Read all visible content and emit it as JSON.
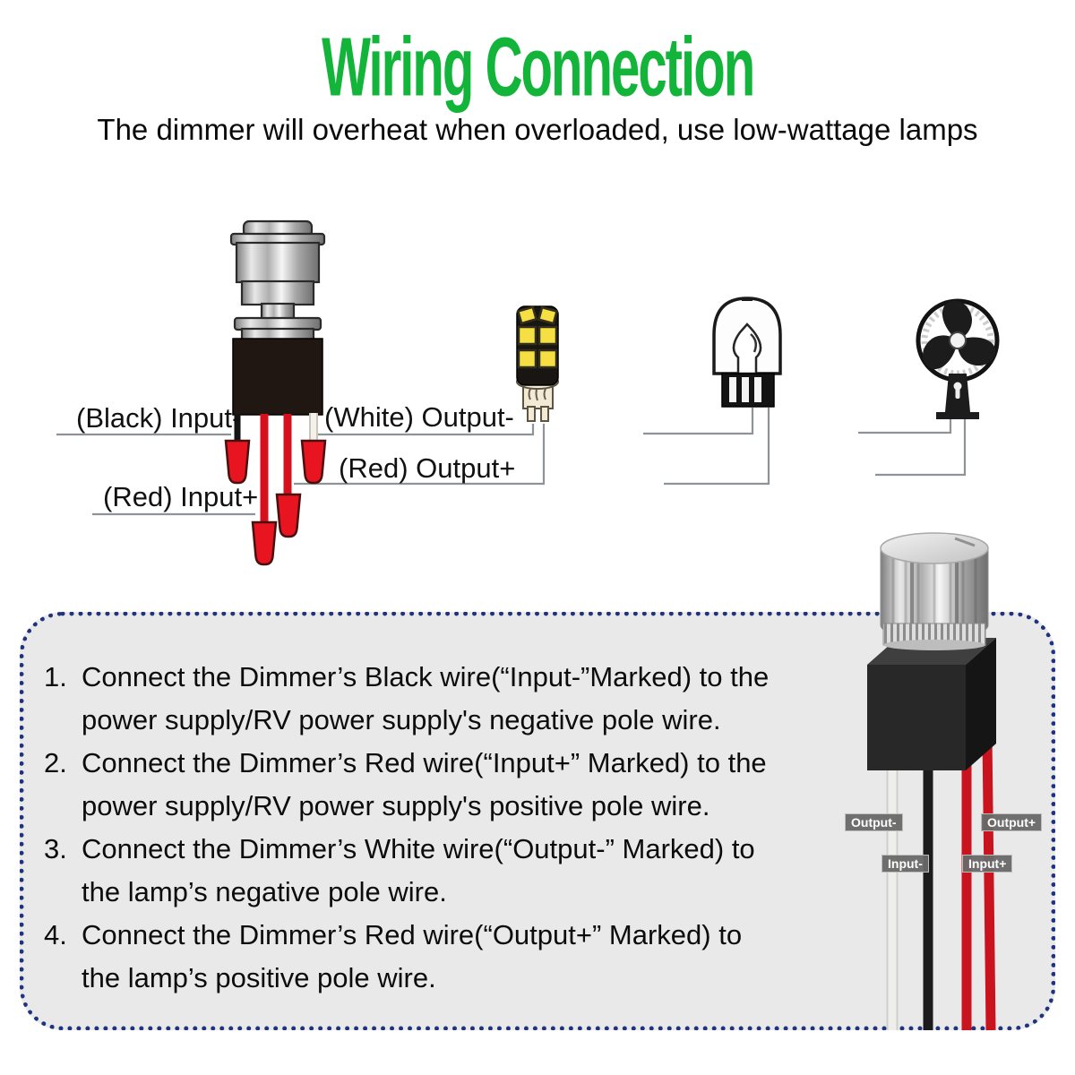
{
  "header": {
    "title": "Wiring Connection",
    "subtitle": "The dimmer will overheat when overloaded, use low-wattage lamps"
  },
  "diagram": {
    "icons": [
      "dimmer-switch-illustration",
      "led-bulb-icon",
      "incandescent-bulb-icon",
      "fan-icon"
    ],
    "labels": {
      "input_neg": "(Black) Input-",
      "input_pos": "(Red) Input+",
      "output_neg": "(White) Output-",
      "output_pos": "(Red) Output+"
    }
  },
  "instructions": {
    "items": [
      {
        "num": "1.",
        "lines": [
          "Connect the Dimmer’s Black wire(“Input-”Marked) to the",
          "power supply/RV power supply's negative pole wire."
        ]
      },
      {
        "num": "2.",
        "lines": [
          "Connect the Dimmer’s Red wire(“Input+” Marked) to the",
          "power supply/RV power supply's positive pole wire."
        ]
      },
      {
        "num": "3.",
        "lines": [
          "Connect the Dimmer’s White wire(“Output-” Marked) to",
          "the lamp’s negative pole wire."
        ]
      },
      {
        "num": "4.",
        "lines": [
          "Connect the Dimmer’s Red wire(“Output+” Marked) to",
          "the lamp’s positive pole wire."
        ]
      }
    ]
  },
  "photo": {
    "icon": "dimmer-product-photo",
    "wire_labels": {
      "output_neg": "Output-",
      "input_neg": "Input-",
      "output_pos": "Output+",
      "input_pos": "Input+"
    }
  },
  "colors": {
    "title_green": "#12b43a",
    "wire_red": "#d6111d",
    "wire_black": "#141414",
    "wire_white": "#f3f1ea",
    "cap_red": "#e81420",
    "box_border_navy": "#20337f",
    "box_bg": "#e9e9e9",
    "line_gray": "#8e939a"
  }
}
